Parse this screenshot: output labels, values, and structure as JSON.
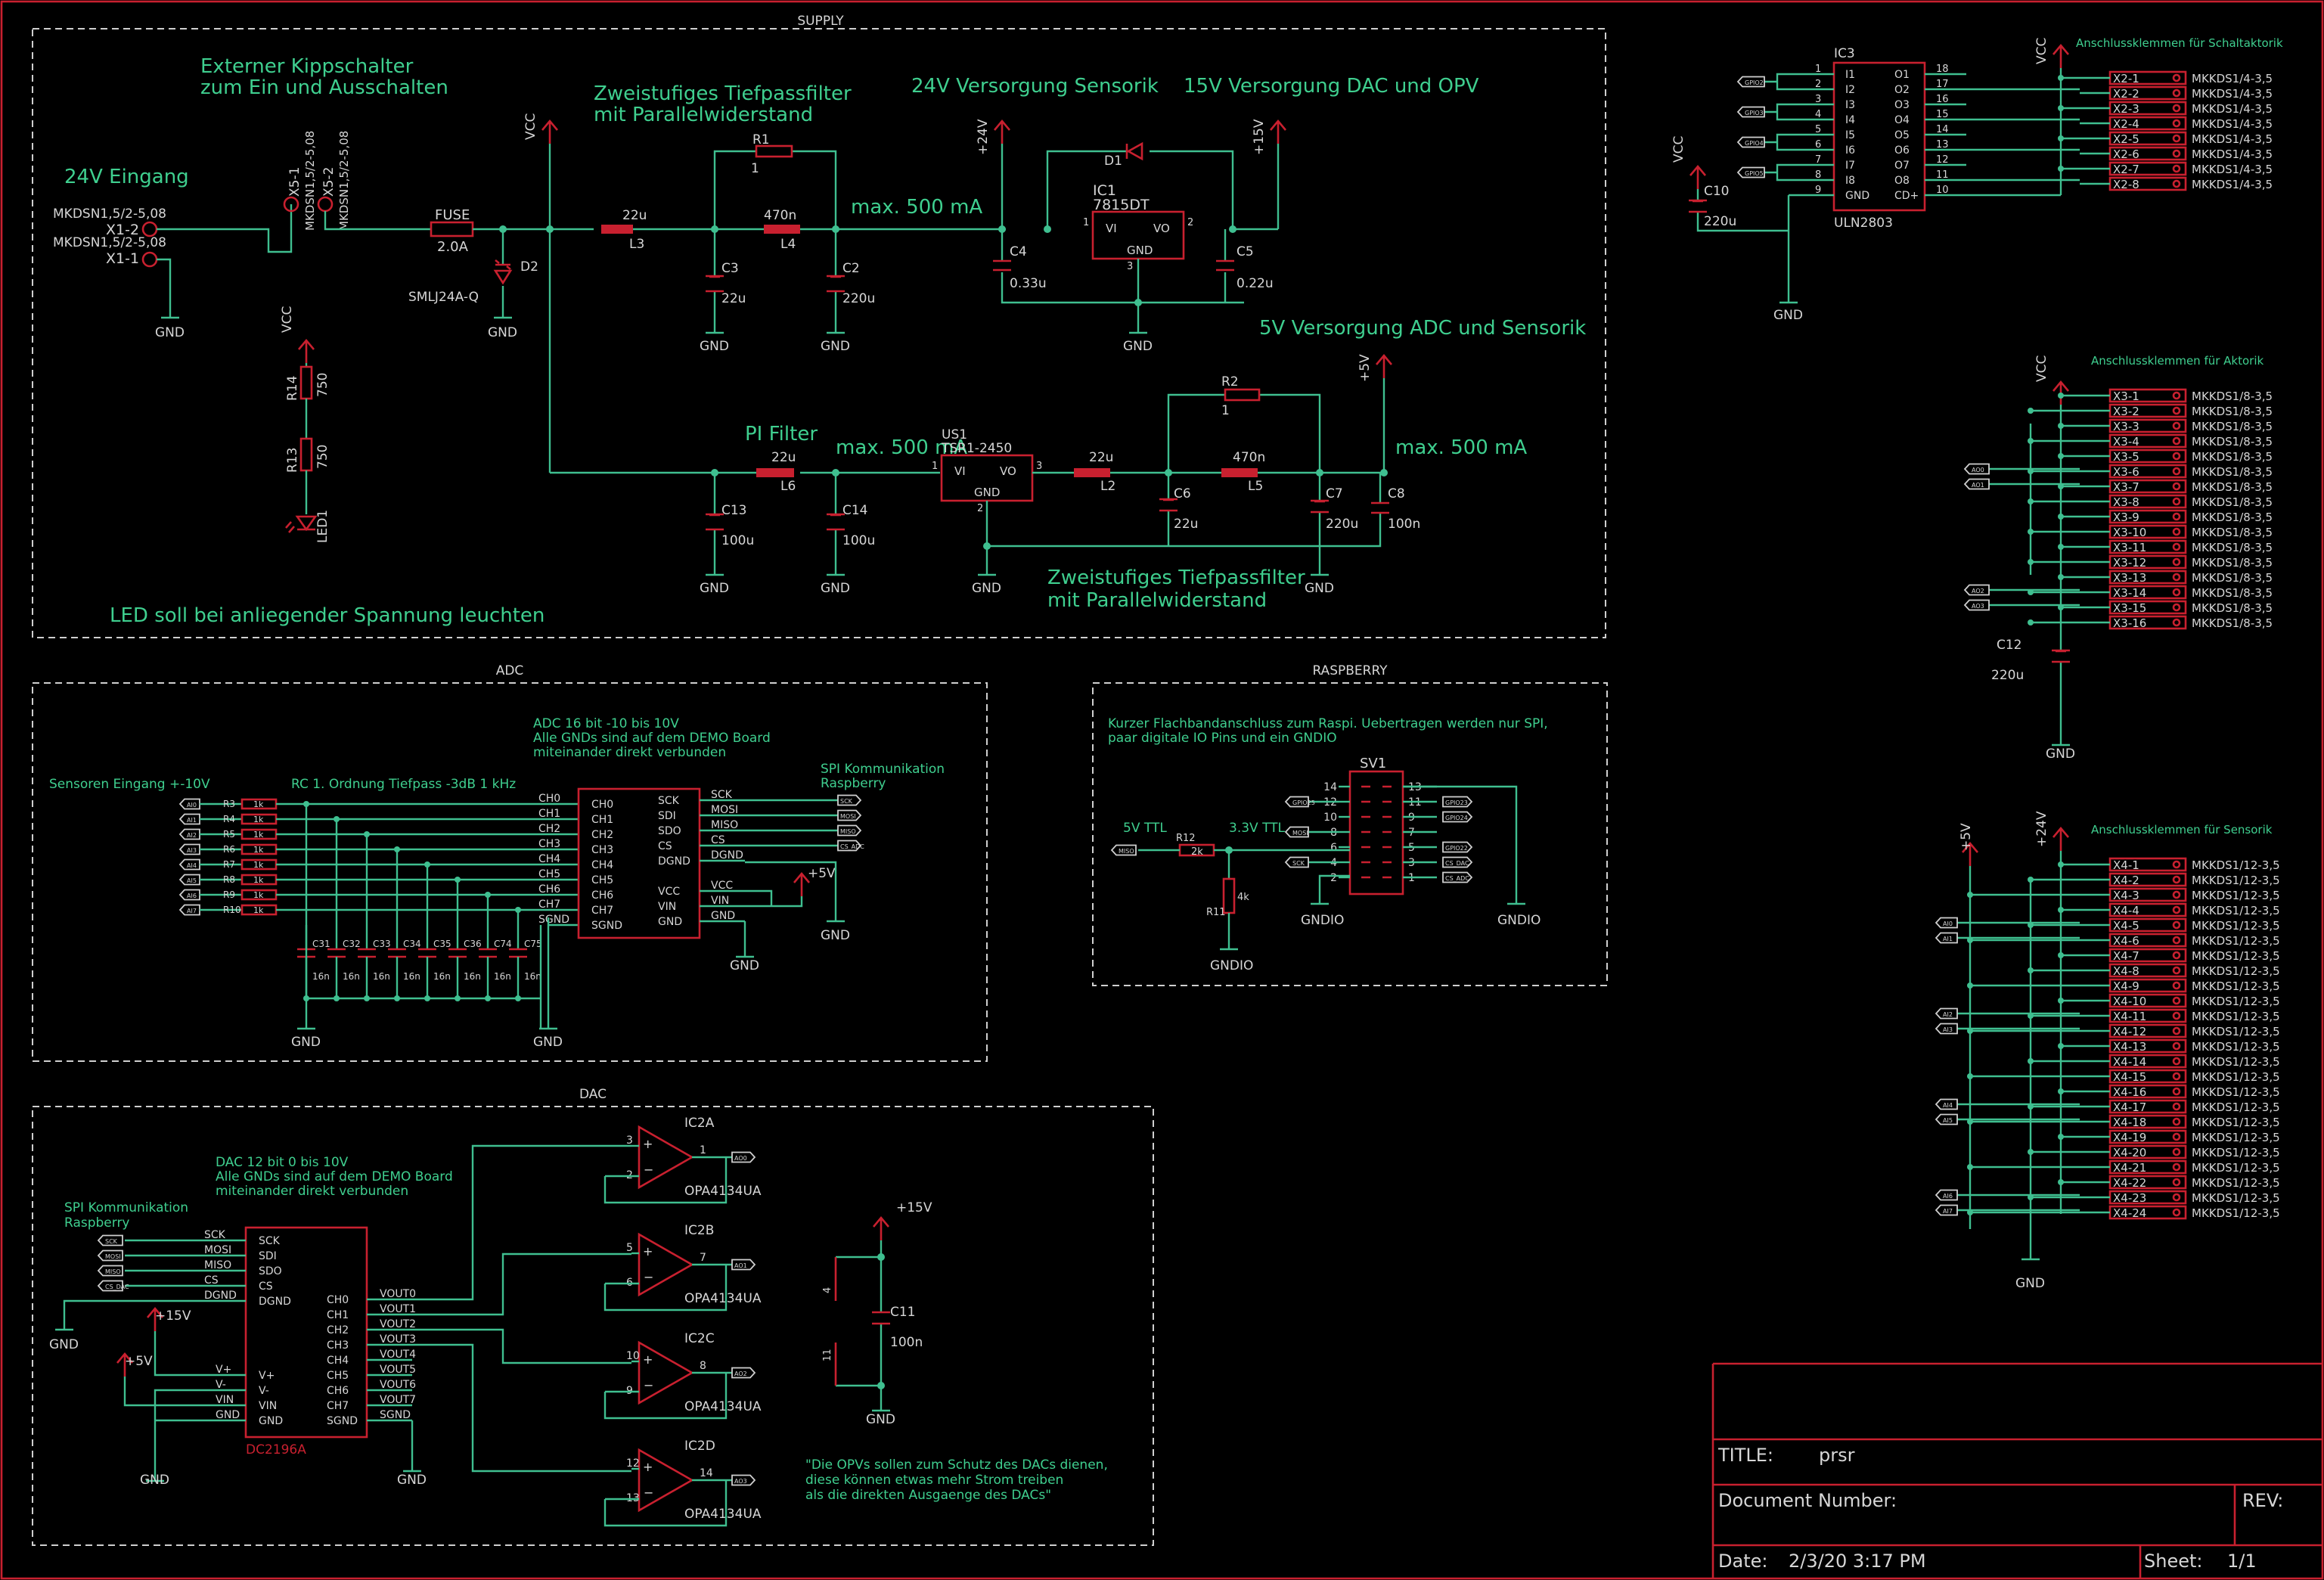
{
  "frame": {
    "title_label": "TITLE:",
    "title": "prsr",
    "docnum_label": "Document Number:",
    "rev_label": "REV:",
    "date_label": "Date:",
    "date": "2/3/20 3:17 PM",
    "sheet_label": "Sheet:",
    "sheet": "1/1"
  },
  "sections": {
    "supply": "SUPPLY",
    "adc": "ADC",
    "raspberry": "RASPBERRY",
    "dac": "DAC"
  },
  "supply": {
    "n_switch_1": "Externer Kippschalter",
    "n_switch_2": "zum Ein und Ausschalten",
    "n_in": "24V Eingang",
    "n_tp1_1": "Zweistufiges Tiefpassfilter",
    "n_tp1_2": "mit Parallelwiderstand",
    "n_24v": "24V Versorgung Sensorik",
    "n_15v": "15V Versorgung DAC und OPV",
    "n_max1": "max. 500 mA",
    "n_5v": "5V Versorgung ADC und Sensorik",
    "n_pi": "PI Filter",
    "n_max2": "max. 500 mA",
    "n_max3": "max. 500 mA",
    "n_tp2_1": "Zweistufiges Tiefpassfilter",
    "n_tp2_2": "mit Parallelwiderstand",
    "n_led": "LED soll bei anliegender Spannung leuchten",
    "mkdsn_1": "MKDSN1,5/2-5,08",
    "x12": "X1-2",
    "mkdsn_2": "MKDSN1,5/2-5,08",
    "x11": "X1-1",
    "x51": "X5-1",
    "x51_part": "MKDSN1,5/2-5,08",
    "x52": "X5-2",
    "x52_part": "MKDSN1,5/2-5,08",
    "fuse": "FUSE",
    "fuse_val": "2.0A",
    "d2": "D2",
    "d2_part": "SMLJ24A-Q",
    "vcc": "VCC",
    "l3_val": "22u",
    "l3": "L3",
    "r1": "R1",
    "r1_val": "1",
    "l4_val": "470n",
    "l4": "L4",
    "c3": "C3",
    "c3_val": "22u",
    "c2": "C2",
    "c2_val": "220u",
    "p24v": "+24V",
    "p15v": "+15V",
    "c4": "C4",
    "c4_val": "0.33u",
    "d1": "D1",
    "ic1": "IC1",
    "ic1_part": "7815DT",
    "ic1_vi": "VI",
    "ic1_vo": "VO",
    "ic1_gnd": "GND",
    "ic1_p1": "1",
    "ic1_p2": "2",
    "ic1_p3": "3",
    "c5": "C5",
    "c5_val": "0.22u",
    "r14": "R14",
    "r14_val": "750",
    "r13": "R13",
    "r13_val": "750",
    "led1": "LED1",
    "l6_val": "22u",
    "l6": "L6",
    "us1": "US1",
    "us1_part": "TSR1-2450",
    "us1_vi": "VI",
    "us1_vo": "VO",
    "us1_gnd": "GND",
    "us1_p1": "1",
    "us1_p2": "2",
    "us1_p3": "3",
    "l2_val": "22u",
    "l2": "L2",
    "r2": "R2",
    "r2_val": "1",
    "l5_val": "470n",
    "l5": "L5",
    "c13": "C13",
    "c13_val": "100u",
    "c14": "C14",
    "c14_val": "100u",
    "c6": "C6",
    "c6_val": "22u",
    "c7": "C7",
    "c7_val": "220u",
    "c8": "C8",
    "c8_val": "100n",
    "p5v": "+5V",
    "gnd": "GND"
  },
  "adc": {
    "n1": "ADC 16 bit -10 bis 10V",
    "n2": "Alle GNDs sind auf dem DEMO Board",
    "n3": "miteinander direkt verbunden",
    "n_spi1": "SPI Kommunikation",
    "n_spi2": "Raspberry",
    "n_sens": "Sensoren Eingang +-10V",
    "n_rc": "RC 1. Ordnung Tiefpass -3dB 1 kHz",
    "res": [
      "R3",
      "R4",
      "R5",
      "R6",
      "R7",
      "R8",
      "R9",
      "R10"
    ],
    "res_val": "1k",
    "inputs": [
      "AI0",
      "AI1",
      "AI2",
      "AI3",
      "AI4",
      "AI5",
      "AI6",
      "AI7"
    ],
    "caps": [
      "C31",
      "C32",
      "C33",
      "C34",
      "C35",
      "C36",
      "C74",
      "C75"
    ],
    "cap_val": "16n",
    "left_pins": [
      "CH0",
      "CH1",
      "CH2",
      "CH3",
      "CH4",
      "CH5",
      "CH6",
      "CH7",
      "SGND"
    ],
    "chip_left": [
      "CH0",
      "CH1",
      "CH2",
      "CH3",
      "CH4",
      "CH5",
      "CH6",
      "CH7",
      "SGND"
    ],
    "chip_right": [
      "SCK",
      "SDI",
      "SDO",
      "CS",
      "DGND",
      "VCC",
      "VIN",
      "GND"
    ],
    "right_pins": [
      "SCK",
      "MOSI",
      "MISO",
      "CS",
      "DGND",
      "VCC",
      "VIN",
      "GND"
    ],
    "right_tags": [
      "SCK",
      "MOSI",
      "MISO",
      "CS_ADC"
    ],
    "p5v": "+5V",
    "gnd": "GND"
  },
  "rasp": {
    "n1": "Kurzer Flachbandanschluss zum Raspi. Uebertragen werden nur SPI,",
    "n2": "paar digitale IO Pins und ein GNDIO",
    "sv1": "SV1",
    "n_5v": "5V TTL",
    "n_33v": "3.3V TTL",
    "r12": "R12",
    "r12_val": "2k",
    "r11": "R11",
    "r11_val": "4k",
    "left_nums": [
      "14",
      "12",
      "10",
      "8",
      "6",
      "4",
      "2"
    ],
    "right_nums": [
      "13",
      "11",
      "9",
      "7",
      "5",
      "3",
      "1"
    ],
    "left_tags": [
      "GPIO25",
      "MOSI",
      "SCK"
    ],
    "right_tags": [
      "GPIO23",
      "GPIO24",
      "GPIO22",
      "CS_DAC",
      "CS_ADC"
    ],
    "in_tag": "MISO",
    "gndio": "GNDIO"
  },
  "dac": {
    "n1": "DAC 12 bit 0 bis 10V",
    "n2": "Alle GNDs sind auf dem DEMO Board",
    "n3": "miteinander direkt verbunden",
    "n_spi1": "SPI Kommunikation",
    "n_spi2": "Raspberry",
    "left_pins": [
      "SCK",
      "MOSI",
      "MISO",
      "CS",
      "DGND"
    ],
    "chip_left": [
      "SCK",
      "SDI",
      "SDO",
      "CS",
      "DGND"
    ],
    "tags": [
      "SCK",
      "MOSI",
      "MISO",
      "CS_DAC"
    ],
    "left_pins2": [
      "V+",
      "V-",
      "VIN",
      "GND"
    ],
    "chip_left2": [
      "V+",
      "V-",
      "VIN",
      "GND"
    ],
    "chip_right": [
      "CH0",
      "CH1",
      "CH2",
      "CH3",
      "CH4",
      "CH5",
      "CH6",
      "CH7",
      "SGND"
    ],
    "right_pins": [
      "VOUT0",
      "VOUT1",
      "VOUT2",
      "VOUT3",
      "VOUT4",
      "VOUT5",
      "VOUT6",
      "VOUT7",
      "SGND"
    ],
    "chip": "DC2196A",
    "p15v": "+15V",
    "p5v": "+5V",
    "gnd": "GND",
    "opamps": [
      {
        "name": "IC2A",
        "pin_plus": "3",
        "pin_minus": "2",
        "pin_out": "1",
        "tag": "AO0"
      },
      {
        "name": "IC2B",
        "pin_plus": "5",
        "pin_minus": "6",
        "pin_out": "7",
        "tag": "AO1"
      },
      {
        "name": "IC2C",
        "pin_plus": "10",
        "pin_minus": "9",
        "pin_out": "8",
        "tag": "AO2"
      },
      {
        "name": "IC2D",
        "pin_plus": "12",
        "pin_minus": "13",
        "pin_out": "14",
        "tag": "AO3"
      }
    ],
    "op_part": "OPA4134UA",
    "c11": "C11",
    "c11_val": "100n",
    "pin4": "4",
    "pin11": "11",
    "note1": "\"Die OPVs sollen zum Schutz des DACs dienen,",
    "note2": "diese können etwas mehr Strom treiben",
    "note3": "als die direkten Ausgaenge des DACs\""
  },
  "uln": {
    "ic": "IC3",
    "part": "ULN2803",
    "title": "Anschlussklemmen für Schaltaktorik",
    "gpio": [
      "GPIO2",
      "GPIO3",
      "GPIO4",
      "GPIO5"
    ],
    "in_nums": [
      "1",
      "2",
      "3",
      "4",
      "5",
      "6",
      "7",
      "8",
      "9"
    ],
    "in_names": [
      "I1",
      "I2",
      "I3",
      "I4",
      "I5",
      "I6",
      "I7",
      "I8",
      "GND"
    ],
    "out_nums": [
      "18",
      "17",
      "16",
      "15",
      "14",
      "13",
      "12",
      "11",
      "10"
    ],
    "out_names": [
      "O1",
      "O2",
      "O3",
      "O4",
      "O5",
      "O6",
      "O7",
      "O8",
      "CD+"
    ],
    "c10": "C10",
    "c10_val": "220u",
    "vcc": "VCC",
    "gnd": "GND",
    "terms": [
      "X2-1",
      "X2-2",
      "X2-3",
      "X2-4",
      "X2-5",
      "X2-6",
      "X2-7",
      "X2-8"
    ],
    "term_part": "MKKDS1/4-3,5"
  },
  "aktor": {
    "title": "Anschlussklemmen für Aktorik",
    "terms": [
      "X3-1",
      "X3-2",
      "X3-3",
      "X3-4",
      "X3-5",
      "X3-6",
      "X3-7",
      "X3-8",
      "X3-9",
      "X3-10",
      "X3-11",
      "X3-12",
      "X3-13",
      "X3-14",
      "X3-15",
      "X3-16"
    ],
    "term_part": "MKKDS1/8-3,5",
    "tags": [
      "AO0",
      "AO1",
      "AO2",
      "AO3"
    ],
    "c12": "C12",
    "c12_val": "220u",
    "vcc": "VCC",
    "gnd": "GND"
  },
  "sensor": {
    "title": "Anschlussklemmen für Sensorik",
    "terms": [
      "X4-1",
      "X4-2",
      "X4-3",
      "X4-4",
      "X4-5",
      "X4-6",
      "X4-7",
      "X4-8",
      "X4-9",
      "X4-10",
      "X4-11",
      "X4-12",
      "X4-13",
      "X4-14",
      "X4-15",
      "X4-16",
      "X4-17",
      "X4-18",
      "X4-19",
      "X4-20",
      "X4-21",
      "X4-22",
      "X4-23",
      "X4-24"
    ],
    "term_part": "MKKDS1/12-3,5",
    "tags": [
      "AI0",
      "AI1",
      "AI2",
      "AI3",
      "AI4",
      "AI5",
      "AI6",
      "AI7"
    ],
    "p5v": "+5V",
    "p24v": "+24V",
    "gnd": "GND"
  }
}
